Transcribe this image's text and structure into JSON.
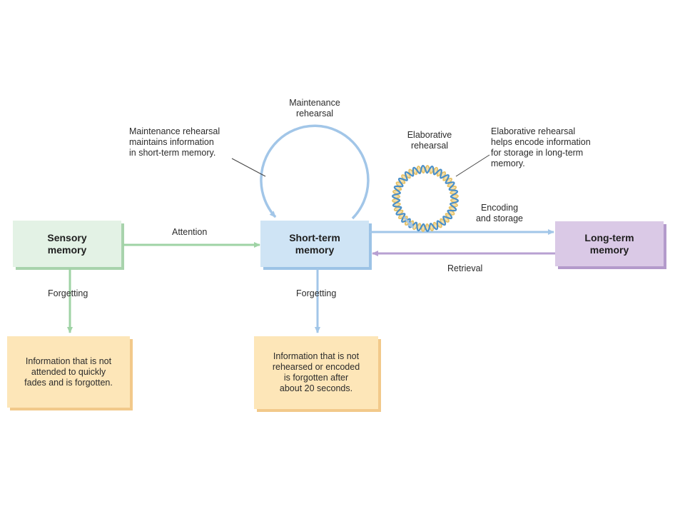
{
  "colors": {
    "sensory_fill": "#e3f2e5",
    "sensory_edge": "#a8d3ac",
    "stm_fill": "#cfe4f5",
    "stm_edge": "#9cc3e6",
    "ltm_fill": "#dac9e6",
    "ltm_edge": "#b39acb",
    "outcome_fill": "#fde6b8",
    "outcome_edge": "#f2c98a",
    "green_arrow": "#9fd3a5",
    "blue_arrow": "#a2c6e8",
    "purple_arrow": "#b8a0d2",
    "helix_blue": "#4a8fc8",
    "helix_gold": "#e7c36a"
  },
  "boxes": {
    "sensory": {
      "line1": "Sensory",
      "line2": "memory"
    },
    "short_term": {
      "line1": "Short-term",
      "line2": "memory"
    },
    "long_term": {
      "line1": "Long-term",
      "line2": "memory"
    }
  },
  "arrows": {
    "attention": "Attention",
    "encoding_line1": "Encoding",
    "encoding_line2": "and storage",
    "retrieval": "Retrieval",
    "forgetting_sensory": "Forgetting",
    "forgetting_stm": "Forgetting"
  },
  "maintenance": {
    "label_line1": "Maintenance",
    "label_line2": "rehearsal",
    "note_line1": "Maintenance rehearsal",
    "note_line2": "maintains information",
    "note_line3": "in short-term memory."
  },
  "elaborative": {
    "label_line1": "Elaborative",
    "label_line2": "rehearsal",
    "note_line1": "Elaborative rehearsal",
    "note_line2": "helps encode information",
    "note_line3": "for storage in long-term",
    "note_line4": "memory."
  },
  "outcomes": {
    "sensory": {
      "line1": "Information that is not",
      "line2": "attended to quickly",
      "line3": "fades and is forgotten."
    },
    "stm": {
      "line1": "Information that is not",
      "line2": "rehearsed or encoded",
      "line3": "is forgotten after",
      "line4": "about 20 seconds."
    }
  }
}
